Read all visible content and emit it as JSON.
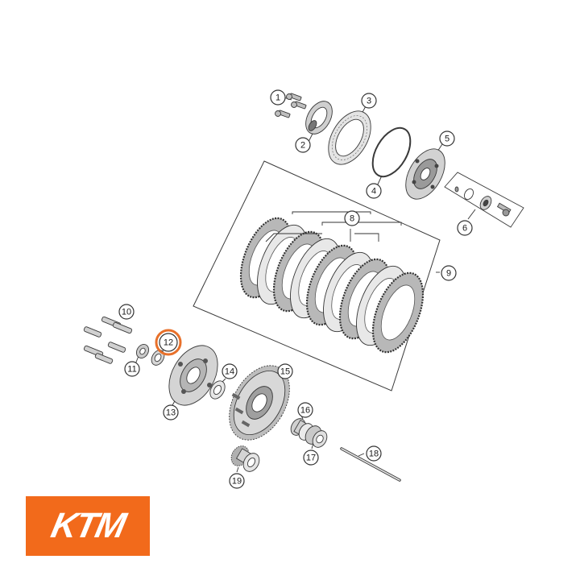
{
  "diagram": {
    "callouts": [
      {
        "id": "1",
        "label": "1"
      },
      {
        "id": "2",
        "label": "2"
      },
      {
        "id": "3",
        "label": "3"
      },
      {
        "id": "4",
        "label": "4"
      },
      {
        "id": "5",
        "label": "5"
      },
      {
        "id": "6",
        "label": "6"
      },
      {
        "id": "8",
        "label": "8"
      },
      {
        "id": "9",
        "label": "9"
      },
      {
        "id": "10",
        "label": "10"
      },
      {
        "id": "11",
        "label": "11"
      },
      {
        "id": "12",
        "label": "12",
        "highlighted": true
      },
      {
        "id": "13",
        "label": "13"
      },
      {
        "id": "14",
        "label": "14"
      },
      {
        "id": "15",
        "label": "15"
      },
      {
        "id": "16",
        "label": "16"
      },
      {
        "id": "17",
        "label": "17"
      },
      {
        "id": "18",
        "label": "18"
      },
      {
        "id": "19",
        "label": "19"
      }
    ],
    "highlight_color": "#e8702a",
    "part_fill": "#d9d9d9",
    "part_dark": "#8a8a8a"
  },
  "logo": {
    "text": "KTM",
    "background": "#f26a1b",
    "foreground": "#ffffff"
  }
}
